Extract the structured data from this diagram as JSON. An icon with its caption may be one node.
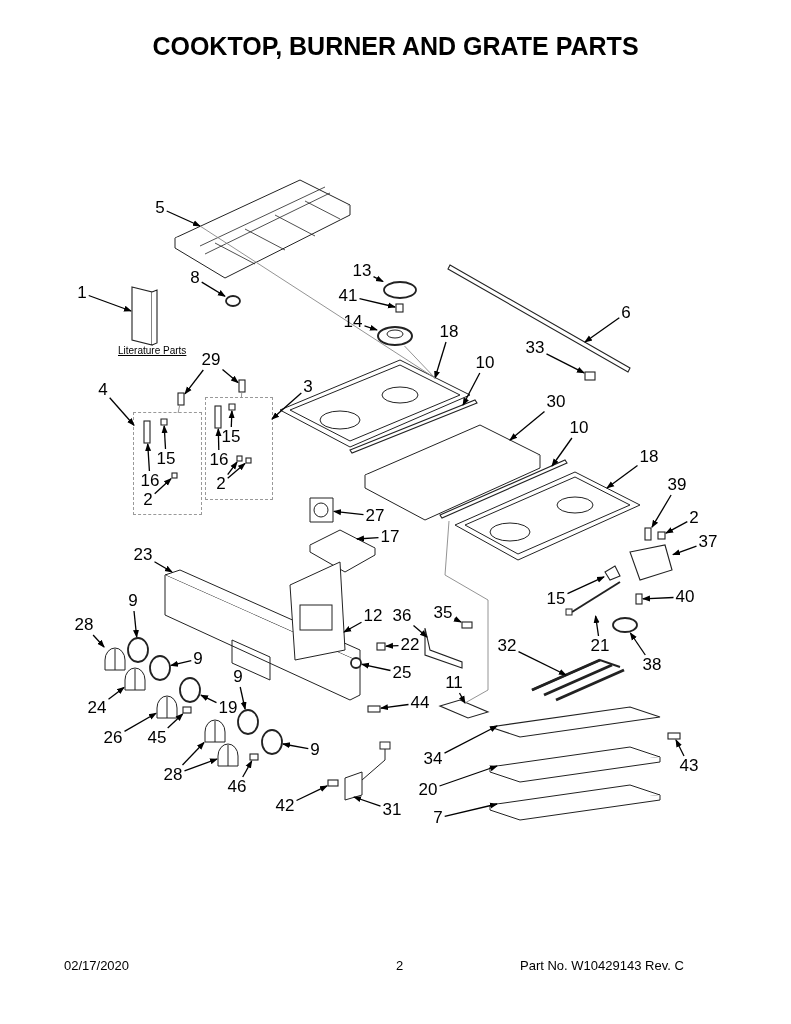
{
  "diagram": {
    "title": "COOKTOP, BURNER AND GRATE PARTS",
    "nodes": [
      {
        "text": [
          "5"
        ]
      },
      {
        "text": [
          "13"
        ]
      },
      {
        "text": [
          "8"
        ]
      },
      {
        "text": [
          "1"
        ]
      },
      {
        "text": [
          "41"
        ]
      },
      {
        "text": [
          "6"
        ]
      },
      {
        "text": [
          "14"
        ]
      },
      {
        "text": [
          "18"
        ]
      },
      {
        "text": [
          "33"
        ]
      },
      {
        "text": [
          "29"
        ]
      },
      {
        "text": [
          "10"
        ]
      },
      {
        "text": [
          "3"
        ]
      },
      {
        "text": [
          "4"
        ]
      },
      {
        "text": [
          "30"
        ]
      },
      {
        "text": [
          "10"
        ]
      },
      {
        "text": [
          "15"
        ],
        "in": 70
      },
      {
        "text": [
          "18"
        ]
      },
      {
        "text": [
          "15"
        ],
        "in": 69
      },
      {
        "text": [
          "16"
        ],
        "in": 70
      },
      {
        "text": [
          "16"
        ],
        "in": 69
      },
      {
        "text": [
          "2"
        ],
        "in": 70
      },
      {
        "text": [
          "39"
        ]
      },
      {
        "text": [
          "2"
        ],
        "in": 69
      },
      {
        "text": [
          "27"
        ]
      },
      {
        "text": [
          "2"
        ]
      },
      {
        "text": [
          "17"
        ]
      },
      {
        "text": [
          "37"
        ]
      },
      {
        "text": [
          "23"
        ]
      },
      {
        "text": [
          "40"
        ]
      },
      {
        "text": [
          "15"
        ]
      },
      {
        "text": [
          "9"
        ]
      },
      {
        "text": [
          "35"
        ]
      },
      {
        "text": [
          "12"
        ]
      },
      {
        "text": [
          "36"
        ]
      },
      {
        "text": [
          "28"
        ]
      },
      {
        "text": [
          "22"
        ]
      },
      {
        "text": [
          "21"
        ]
      },
      {
        "text": [
          "32"
        ]
      },
      {
        "text": [
          "9"
        ]
      },
      {
        "text": [
          "38"
        ]
      },
      {
        "text": [
          "25"
        ]
      },
      {
        "text": [
          "9"
        ]
      },
      {
        "text": [
          "11"
        ]
      },
      {
        "text": [
          "44"
        ]
      },
      {
        "text": [
          "24"
        ]
      },
      {
        "text": [
          "19"
        ]
      },
      {
        "text": [
          "26"
        ]
      },
      {
        "text": [
          "45"
        ]
      },
      {
        "text": [
          "9"
        ]
      },
      {
        "text": [
          "34"
        ]
      },
      {
        "text": [
          "43"
        ]
      },
      {
        "text": [
          "28"
        ]
      },
      {
        "text": [
          "46"
        ]
      },
      {
        "text": [
          "20"
        ]
      },
      {
        "text": [
          "42"
        ]
      },
      {
        "text": [
          "31"
        ]
      },
      {
        "text": [
          "7"
        ]
      },
      {
        "text": [],
        "shape": "picture"
      },
      {
        "text": [],
        "shape": "circle"
      },
      {
        "text": [],
        "shape": "circle"
      },
      {
        "text": [],
        "shape": "box",
        "beside": [
          "Literature Parts"
        ]
      },
      {
        "text": [],
        "shape": "box"
      },
      {
        "text": [],
        "shape": "box"
      },
      {
        "text": [],
        "shape": "picture"
      },
      {
        "text": [],
        "shape": "picture"
      },
      {
        "text": [],
        "shape": "box"
      },
      {
        "text": [],
        "shape": "box"
      },
      {
        "text": [],
        "shape": "box"
      },
      {
        "text": [],
        "shape": "box"
      },
      {
        "text": [],
        "shape": "box"
      },
      {
        "text": [],
        "shape": "box"
      },
      {
        "text": [],
        "shape": "picture"
      },
      {
        "text": [],
        "shape": "box"
      },
      {
        "text": [],
        "shape": "box",
        "in": 70
      },
      {
        "text": [],
        "shape": "picture"
      },
      {
        "text": [],
        "shape": "box",
        "in": 69
      },
      {
        "text": [],
        "shape": "box",
        "in": 70
      },
      {
        "text": [],
        "shape": "box",
        "in": 69
      },
      {
        "text": [],
        "shape": "box",
        "in": 70
      },
      {
        "text": [],
        "shape": "box",
        "in": 70
      },
      {
        "text": [],
        "shape": "box"
      },
      {
        "text": [],
        "shape": "box",
        "in": 69
      },
      {
        "text": [],
        "shape": "picture"
      },
      {
        "text": [],
        "shape": "box"
      },
      {
        "text": [],
        "shape": "picture"
      },
      {
        "text": [],
        "shape": "box"
      },
      {
        "text": [],
        "shape": "picture"
      },
      {
        "text": [],
        "shape": "box"
      },
      {
        "text": [],
        "shape": "box"
      },
      {
        "text": [],
        "shape": "circle"
      },
      {
        "text": [],
        "shape": "box"
      },
      {
        "text": [],
        "shape": "picture"
      },
      {
        "text": [],
        "shape": "box"
      },
      {
        "text": [],
        "shape": "picture"
      },
      {
        "text": [],
        "shape": "box"
      },
      {
        "text": [],
        "shape": "picture"
      },
      {
        "text": [],
        "shape": "picture"
      },
      {
        "text": [],
        "shape": "circle"
      },
      {
        "text": [],
        "shape": "circle"
      },
      {
        "text": [],
        "shape": "circle"
      },
      {
        "text": [],
        "shape": "circle"
      },
      {
        "text": [],
        "shape": "box"
      },
      {
        "text": [],
        "shape": "box"
      },
      {
        "text": [],
        "shape": "picture"
      },
      {
        "text": [],
        "shape": "circle"
      },
      {
        "text": [],
        "shape": "picture"
      },
      {
        "text": [],
        "shape": "box"
      },
      {
        "text": [],
        "shape": "circle"
      },
      {
        "text": [],
        "shape": "box"
      },
      {
        "text": [],
        "shape": "box"
      },
      {
        "text": [],
        "shape": "picture"
      },
      {
        "text": [],
        "shape": "picture"
      },
      {
        "text": [],
        "shape": "box"
      },
      {
        "text": [],
        "shape": "picture"
      },
      {
        "text": [],
        "shape": "box"
      },
      {
        "text": [],
        "shape": "picture"
      },
      {
        "text": [],
        "shape": "picture"
      }
    ],
    "edges": [
      {
        "from": 0,
        "to": 57,
        "arrow": "to"
      },
      {
        "from": 1,
        "to": 58,
        "arrow": "to"
      },
      {
        "from": 2,
        "to": 59,
        "arrow": "to"
      },
      {
        "from": 3,
        "to": 60,
        "arrow": "to"
      },
      {
        "from": 4,
        "to": 61,
        "arrow": "to"
      },
      {
        "from": 5,
        "to": 62,
        "arrow": "to"
      },
      {
        "from": 6,
        "to": 63,
        "arrow": "to"
      },
      {
        "from": 7,
        "to": 64,
        "arrow": "to"
      },
      {
        "from": 8,
        "to": 65,
        "arrow": "to"
      },
      {
        "from": 9,
        "to": 66,
        "arrow": "to"
      },
      {
        "from": 9,
        "to": 67,
        "arrow": "to"
      },
      {
        "from": 10,
        "to": 68,
        "arrow": "to"
      },
      {
        "from": 11,
        "to": 70,
        "arrow": "to"
      },
      {
        "from": 12,
        "to": 69,
        "arrow": "to"
      },
      {
        "from": 13,
        "to": 71,
        "arrow": "to"
      },
      {
        "from": 14,
        "to": 72,
        "arrow": "to"
      },
      {
        "from": 15,
        "to": 73,
        "arrow": "to"
      },
      {
        "from": 16,
        "to": 74,
        "arrow": "to"
      },
      {
        "from": 17,
        "to": 75,
        "arrow": "to"
      },
      {
        "from": 18,
        "to": 76,
        "arrow": "to"
      },
      {
        "from": 19,
        "to": 77,
        "arrow": "to"
      },
      {
        "from": 20,
        "to": 78,
        "arrow": "to"
      },
      {
        "from": 20,
        "to": 79,
        "arrow": "to"
      },
      {
        "from": 21,
        "to": 80,
        "arrow": "to"
      },
      {
        "from": 22,
        "to": 81,
        "arrow": "to"
      },
      {
        "from": 23,
        "to": 82,
        "arrow": "to"
      },
      {
        "from": 24,
        "to": 83,
        "arrow": "to"
      },
      {
        "from": 25,
        "to": 84,
        "arrow": "to"
      },
      {
        "from": 26,
        "to": 85,
        "arrow": "to"
      },
      {
        "from": 27,
        "to": 86,
        "arrow": "to"
      },
      {
        "from": 28,
        "to": 87,
        "arrow": "to"
      },
      {
        "from": 29,
        "to": 88,
        "arrow": "to"
      },
      {
        "from": 30,
        "to": 89,
        "arrow": "to"
      },
      {
        "from": 31,
        "to": 90,
        "arrow": "to"
      },
      {
        "from": 32,
        "to": 91,
        "arrow": "to"
      },
      {
        "from": 33,
        "to": 92,
        "arrow": "to"
      },
      {
        "from": 34,
        "to": 93,
        "arrow": "to"
      },
      {
        "from": 35,
        "to": 94,
        "arrow": "to"
      },
      {
        "from": 36,
        "to": 95,
        "arrow": "to"
      },
      {
        "from": 37,
        "to": 96,
        "arrow": "to"
      },
      {
        "from": 38,
        "to": 97,
        "arrow": "to"
      },
      {
        "from": 39,
        "to": 98,
        "arrow": "to"
      },
      {
        "from": 40,
        "to": 99,
        "arrow": "to"
      },
      {
        "from": 41,
        "to": 100,
        "arrow": "to"
      },
      {
        "from": 42,
        "to": 101,
        "arrow": "to"
      },
      {
        "from": 43,
        "to": 102,
        "arrow": "to"
      },
      {
        "from": 44,
        "to": 103,
        "arrow": "to"
      },
      {
        "from": 45,
        "to": 104,
        "arrow": "to"
      },
      {
        "from": 46,
        "to": 105,
        "arrow": "to"
      },
      {
        "from": 47,
        "to": 106,
        "arrow": "to"
      },
      {
        "from": 48,
        "to": 107,
        "arrow": "to"
      },
      {
        "from": 49,
        "to": 108,
        "arrow": "to"
      },
      {
        "from": 50,
        "to": 109,
        "arrow": "to"
      },
      {
        "from": 51,
        "to": 110,
        "arrow": "to"
      },
      {
        "from": 51,
        "to": 111,
        "arrow": "to"
      },
      {
        "from": 52,
        "to": 112,
        "arrow": "to"
      },
      {
        "from": 53,
        "to": 113,
        "arrow": "to"
      },
      {
        "from": 54,
        "to": 114,
        "arrow": "to"
      },
      {
        "from": 55,
        "to": 115,
        "arrow": "to"
      },
      {
        "from": 56,
        "to": 116,
        "arrow": "to"
      },
      {
        "from": 57,
        "to": 64,
        "arrow": "none",
        "color": "#888888"
      },
      {
        "from": 63,
        "to": 64,
        "arrow": "none",
        "color": "#888888"
      },
      {
        "from": 66,
        "to": 69,
        "arrow": "none",
        "color": "#888888"
      },
      {
        "from": 67,
        "to": 70,
        "arrow": "none",
        "color": "#888888"
      },
      {
        "from": 71,
        "to": 101,
        "arrow": "none",
        "color": "#888888"
      }
    ],
    "labels": [
      "02/17/2020",
      "2",
      "Part No. W10429143  Rev. C"
    ]
  }
}
